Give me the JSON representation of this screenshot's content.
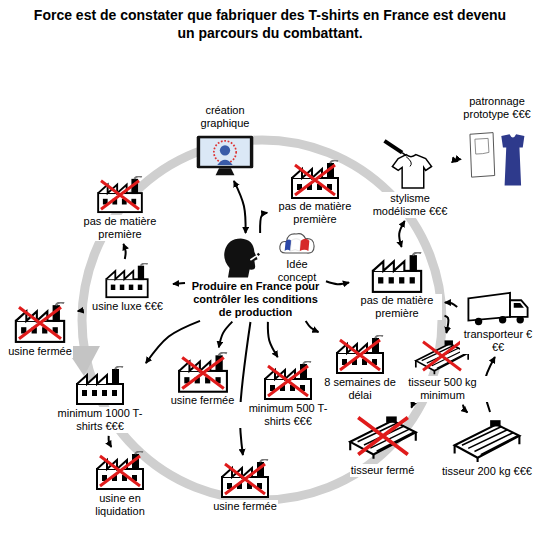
{
  "diagram": {
    "title": "Force est de constater que fabriquer des T-shirts en France est devenu un parcours du combattant.",
    "nodes": [
      {
        "text": [
          "Produire en France pour contrôler les conditions de production"
        ]
      },
      {
        "text": [
          "Idée concept"
        ]
      },
      {
        "text": [
          "création graphique"
        ]
      },
      {
        "text": [
          "pas de matière première"
        ]
      },
      {
        "text": [
          "stylisme modélisme €€€"
        ]
      },
      {
        "text": [
          "patronnage prototype €€€"
        ]
      },
      {
        "text": [
          "pas de matière première"
        ]
      },
      {
        "text": [
          "transporteur €€€"
        ]
      },
      {
        "text": [
          "tisseur 500 kg minimum"
        ]
      },
      {
        "text": [
          "tisseur 200 kg €€€"
        ]
      },
      {
        "text": [
          "tisseur fermé"
        ]
      },
      {
        "text": [
          "8 semaines de délai"
        ]
      },
      {
        "text": [
          "minimum 500 T-shirts €€€"
        ]
      },
      {
        "text": [
          "usine fermée"
        ]
      },
      {
        "text": [
          "minimum 1000 T-shirts €€€"
        ]
      },
      {
        "text": [
          "usine en liquidation"
        ]
      },
      {
        "text": [
          "usine fermée"
        ]
      },
      {
        "text": [
          "usine fermée"
        ]
      },
      {
        "text": [
          "usine luxe €€€"
        ]
      },
      {
        "text": [
          "pas de matière première"
        ]
      }
    ],
    "edges": [
      {
        "from": 0,
        "to": 2,
        "arrow": "both"
      },
      {
        "from": 0,
        "to": 3,
        "arrow": "to"
      },
      {
        "from": 0,
        "to": 6,
        "arrow": "to"
      },
      {
        "from": 0,
        "to": 18,
        "arrow": "to"
      },
      {
        "from": 18,
        "to": 19,
        "arrow": "to"
      },
      {
        "from": 18,
        "to": 17,
        "arrow": "to"
      },
      {
        "from": 0,
        "to": 14,
        "arrow": "to"
      },
      {
        "from": 0,
        "to": 13,
        "arrow": "to"
      },
      {
        "from": 0,
        "to": 12,
        "arrow": "to"
      },
      {
        "from": 0,
        "to": 11,
        "arrow": "to"
      },
      {
        "from": 14,
        "to": 15,
        "arrow": "to"
      },
      {
        "from": 0,
        "to": 16,
        "arrow": "to"
      },
      {
        "from": 6,
        "to": 4,
        "arrow": "both"
      },
      {
        "from": 4,
        "to": 5,
        "arrow": "both"
      },
      {
        "from": 6,
        "to": 8,
        "arrow": "to"
      },
      {
        "from": 8,
        "to": 10,
        "arrow": "to"
      },
      {
        "from": 8,
        "to": 9,
        "arrow": "to"
      },
      {
        "from": 9,
        "to": 7,
        "arrow": "to"
      },
      {
        "from": 7,
        "to": 6,
        "arrow": "to"
      }
    ]
  }
}
